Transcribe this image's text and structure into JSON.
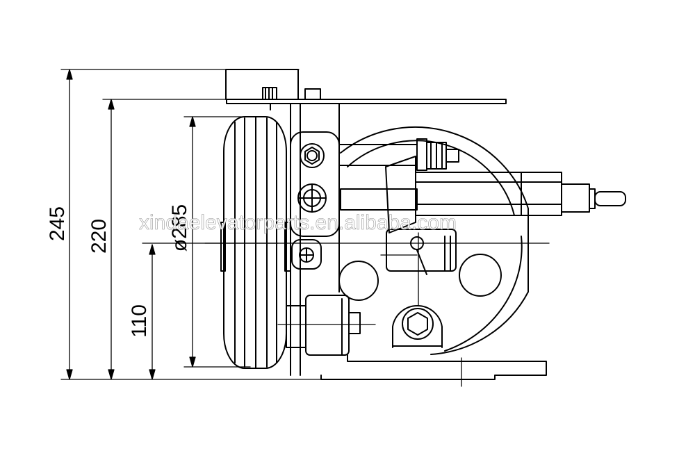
{
  "dimensions": {
    "overall_height": "245",
    "plate_height": "220",
    "wheel_diameter": "ø285",
    "axle_height": "110"
  },
  "watermark": "xindaelevatorparts.en.alibaba.com",
  "colors": {
    "line": "#000000",
    "background": "#ffffff",
    "watermark": "#ffffff"
  }
}
